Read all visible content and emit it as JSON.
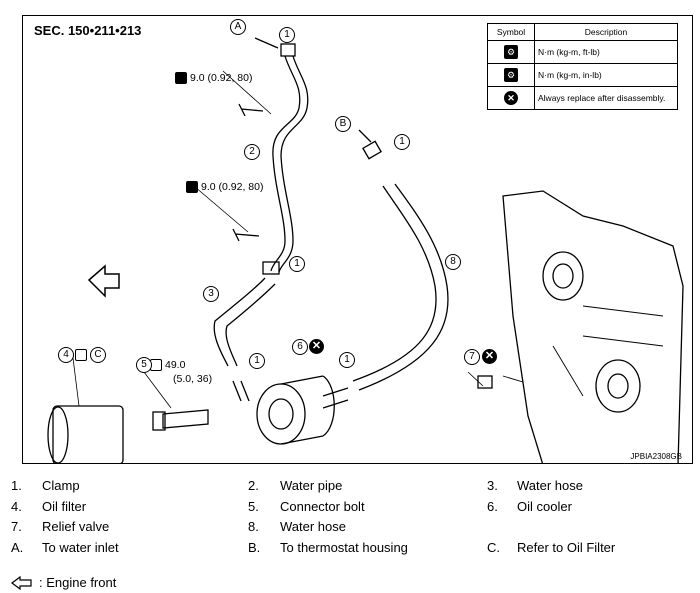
{
  "figure": {
    "section": "SEC. 150•211•213",
    "image_code": "JPBIA2308GB",
    "symbol_table": {
      "header_symbol": "Symbol",
      "header_description": "Description",
      "rows": [
        {
          "icon": "torque-ftlb-icon",
          "description": "N·m (kg-m, ft-lb)"
        },
        {
          "icon": "torque-inlb-icon",
          "description": "N·m (kg-m, in-lb)"
        },
        {
          "icon": "replace-icon",
          "description": "Always replace after disassembly."
        }
      ]
    },
    "torques": [
      {
        "value": "9.0 (0.92, 80)"
      },
      {
        "value": "9.0 (0.92, 80)"
      },
      {
        "value_line1": "49.0",
        "value_line2": "(5.0, 36)"
      }
    ],
    "callouts": {
      "c1a": "1",
      "c1b": "1",
      "c1c": "1",
      "c1d": "1",
      "c1e": "1",
      "c2": "2",
      "c3": "3",
      "c4": "4",
      "c5": "5",
      "c6": "6",
      "c7": "7",
      "c8": "8",
      "cA": "A",
      "cB": "B",
      "cC": "C"
    }
  },
  "legend": {
    "rows": [
      [
        {
          "num": "1.",
          "text": "Clamp"
        },
        {
          "num": "2.",
          "text": "Water pipe"
        },
        {
          "num": "3.",
          "text": "Water hose"
        }
      ],
      [
        {
          "num": "4.",
          "text": "Oil filter"
        },
        {
          "num": "5.",
          "text": "Connector bolt"
        },
        {
          "num": "6.",
          "text": "Oil cooler"
        }
      ],
      [
        {
          "num": "7.",
          "text": "Relief valve"
        },
        {
          "num": "8.",
          "text": "Water hose"
        },
        {
          "num": "",
          "text": ""
        }
      ],
      [
        {
          "num": "A.",
          "text": "To water inlet"
        },
        {
          "num": "B.",
          "text": "To thermostat housing"
        },
        {
          "num": "C.",
          "text": "Refer to Oil Filter"
        }
      ]
    ],
    "engine_front": ": Engine front"
  }
}
